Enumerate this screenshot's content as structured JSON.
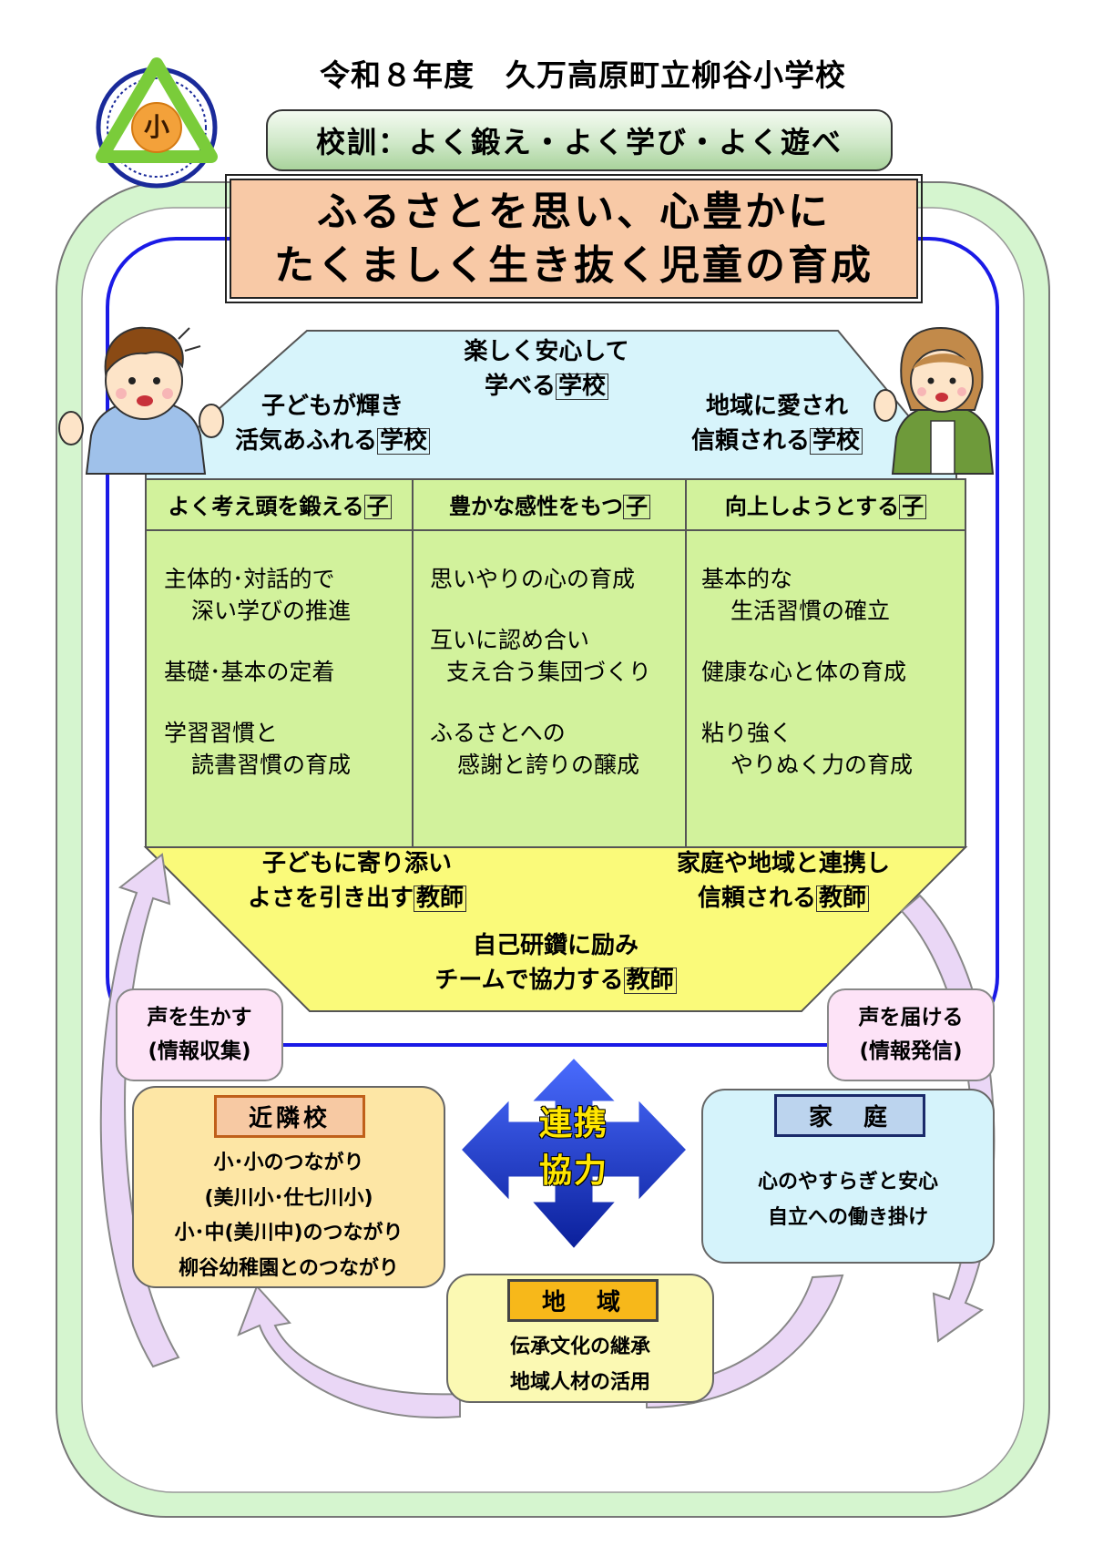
{
  "header": {
    "title": "令和８年度　久万高原町立柳谷小学校",
    "motto": "校訓：よく鍛え・よく学び・よく遊べ",
    "logo_text": "小"
  },
  "goal": {
    "line1": "ふるさとを思い、心豊かに",
    "line2": "たくましく生き抜く児童の育成"
  },
  "school": {
    "keyword": "学校",
    "center": {
      "line1": "楽しく安心して",
      "line2": "学べる"
    },
    "left": {
      "line1": "子どもが輝き",
      "line2": "活気あふれる"
    },
    "right": {
      "line1": "地域に愛され",
      "line2": "信頼される"
    }
  },
  "children": {
    "keyword": "子",
    "columns": [
      {
        "header": "よく考え頭を鍛える",
        "items": [
          [
            "主体的･対話的で",
            "深い学びの推進"
          ],
          [
            "基礎･基本の定着"
          ],
          [
            "学習習慣と",
            "読書習慣の育成"
          ]
        ]
      },
      {
        "header": "豊かな感性をもつ",
        "items": [
          [
            "思いやりの心の育成"
          ],
          [
            "互いに認め合い",
            "支え合う集団づくり"
          ],
          [
            "ふるさとへの",
            "感謝と誇りの醸成"
          ]
        ]
      },
      {
        "header": "向上しようとする",
        "items": [
          [
            "基本的な",
            "生活習慣の確立"
          ],
          [
            "健康な心と体の育成"
          ],
          [
            "粘り強く",
            "やりぬく力の育成"
          ]
        ]
      }
    ]
  },
  "teachers": {
    "keyword": "教師",
    "left": {
      "line1": "子どもに寄り添い",
      "line2": "よさを引き出す"
    },
    "right": {
      "line1": "家庭や地域と連携し",
      "line2": "信頼される"
    },
    "center": {
      "line1": "自己研鑽に励み",
      "line2": "チームで協力する"
    }
  },
  "voices": {
    "left": {
      "line1": "声を生かす",
      "line2": "(情報収集)"
    },
    "right": {
      "line1": "声を届ける",
      "line2": "(情報発信)"
    }
  },
  "partners": {
    "neighbor": {
      "title": "近隣校",
      "items": [
        "小･小のつながり",
        "(美川小･仕七川小)",
        "小･中(美川中)のつながり",
        "柳谷幼稚園とのつながり"
      ]
    },
    "family": {
      "title": "家　庭",
      "items": [
        "心のやすらぎと安心",
        "自立への働き掛け"
      ]
    },
    "region": {
      "title": "地　域",
      "items": [
        "伝承文化の継承",
        "地域人材の活用"
      ]
    },
    "cooperation": {
      "line1": "連携",
      "line2": "協力"
    }
  },
  "colors": {
    "outer_ring": "#d5f5cf",
    "inner_frame": "#1a1ae6",
    "school_area": "#d7f4fb",
    "children_area": "#d2f29c",
    "teacher_area": "#fafa7a",
    "voice_bubble": "#fde3f7",
    "neighbor_box": "#fde6a5",
    "family_box": "#d5f3fb",
    "region_box": "#fbf9b3",
    "arrow_blue": "#1c35c8",
    "flow_arrow": "#ead7f6"
  },
  "icons": [
    "school-logo-icon",
    "boy-illustration",
    "girl-illustration",
    "cross-arrow-icon",
    "cycle-arrow-icon"
  ]
}
